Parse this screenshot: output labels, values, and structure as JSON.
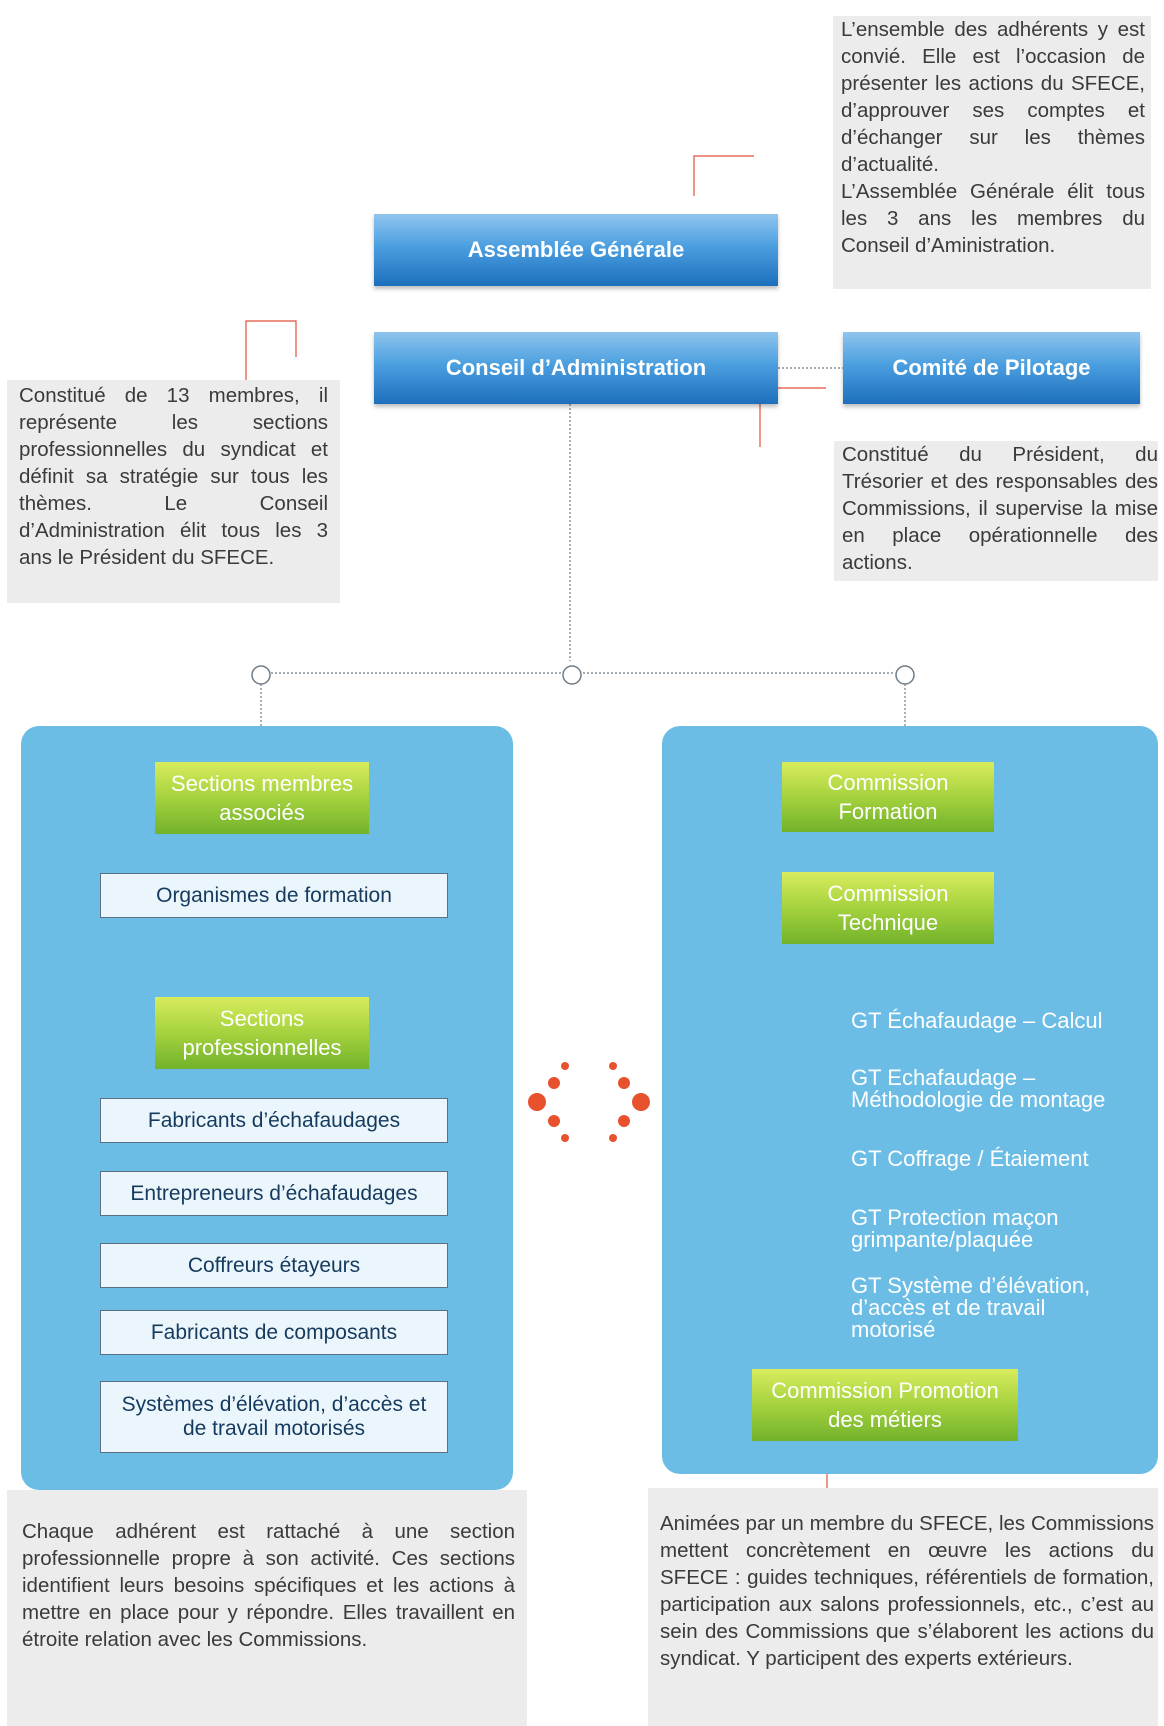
{
  "notes": {
    "assemblee": [
      "L’ensemble des adhérents y est convié. Elle est l’occasion de présenter les actions du SFECE, d’approuver ses comptes et d’échanger sur les thèmes d’actualité.",
      "L’Assemblée Générale élit tous les 3 ans les membres du Conseil d’Aministration."
    ],
    "conseil": "Constitué de 13 membres, il représente les sections professionnelles du syndicat et définit sa stratégie sur tous les thèmes. Le Conseil d’Administration élit tous les 3 ans le Président du SFECE.",
    "comite": "Constitué du Président, du Trésorier et des responsables des Commissions, il supervise la mise en place opérationnelle des actions.",
    "sections": "Chaque adhérent est rattaché à une section professionnelle propre à son activité. Ces sections identifient leurs besoins spécifiques et les actions à mettre en place pour y répondre. Elles travaillent en étroite relation avec les Commissions.",
    "commissions": "Animées par un membre du SFECE, les Commissions mettent concrètement en œuvre les actions du SFECE : guides techniques, référentiels de formation, participation aux salons professionnels, etc., c’est au sein des Commissions que s’élaborent les actions du syndicat. Y participent des experts extérieurs."
  },
  "bodies": {
    "assemblee": "Assemblée Générale",
    "conseil": "Conseil d’Administration",
    "comite": "Comité de Pilotage"
  },
  "left_panel": {
    "associes_heading": "Sections membres associés",
    "associes_items": [
      "Organismes de formation"
    ],
    "pro_heading": "Sections professionnelles",
    "pro_items": [
      "Fabricants d’échafaudages",
      "Entrepreneurs d’échafaudages",
      "Coffreurs étayeurs",
      "Fabricants de composants",
      "Systèmes d’élévation, d’accès et de travail motorisés"
    ]
  },
  "right_panel": {
    "formation": "Commission Formation",
    "technique": "Commission Technique",
    "gt_items": [
      "GT Échafaudage – Calcul",
      "GT Echafaudage – Méthodologie de montage",
      "GT Coffrage / Étaiement",
      "GT Protection maçon grimpante/plaquée",
      "GT Système d’élévation, d’accès et de travail motorisé"
    ],
    "promotion": "Commission Promotion des métiers"
  },
  "colors": {
    "panel_blue": "#6bbde6",
    "header_blue": "#2a7cc7",
    "label_green": "#a5d23e",
    "connector_red": "#e0523a",
    "note_gray": "#ececec",
    "dots_orange": "#e8512d"
  }
}
